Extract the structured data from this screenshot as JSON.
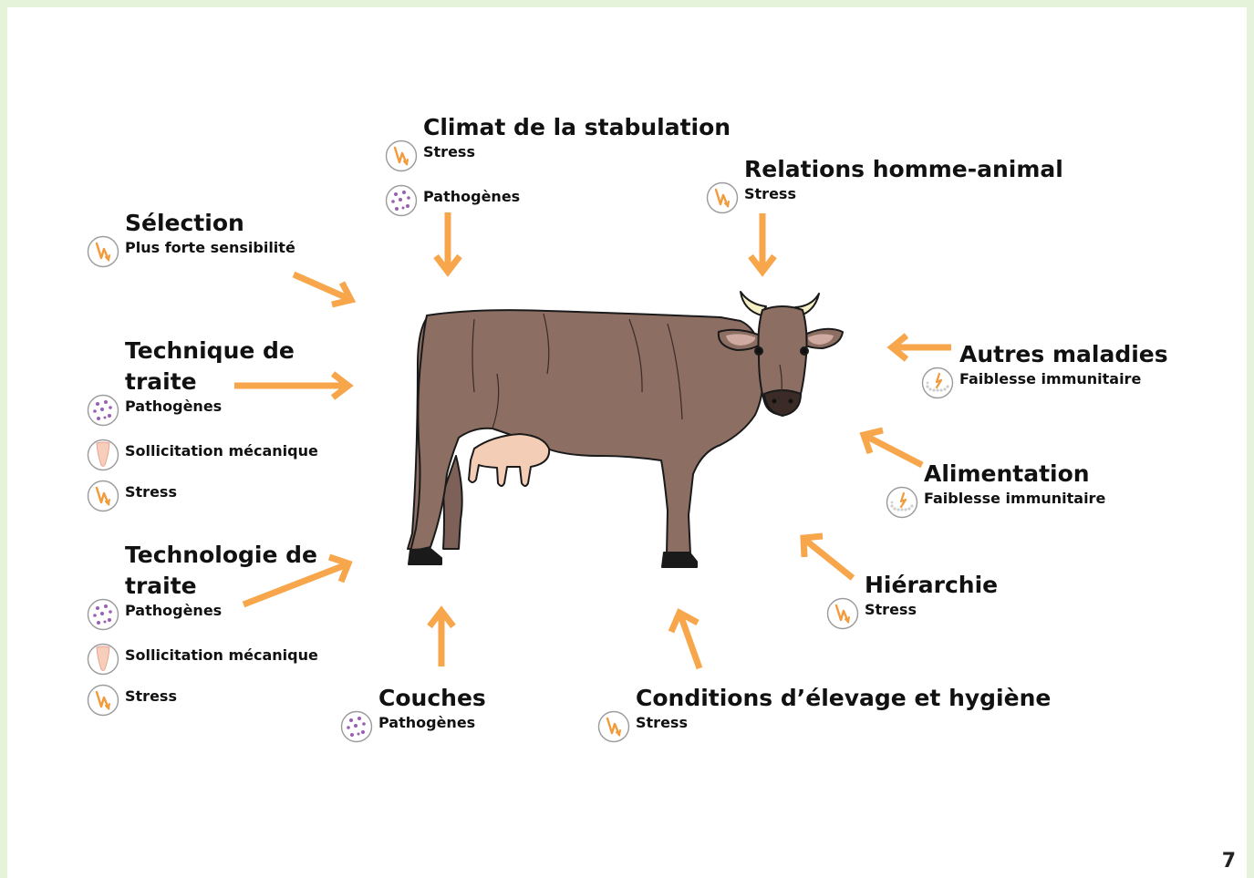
{
  "colors": {
    "arrow": "#f7a64b",
    "cow": "#8c6e63",
    "udder": "#f4cdb6",
    "icon_stress": "#f39a3a",
    "icon_pathogen": "#9a5fb2"
  },
  "factors": {
    "climat": {
      "title": "Climat de la stabulation",
      "items": [
        {
          "icon": "stress-icon",
          "label": "Stress"
        },
        {
          "icon": "pathogen-icon",
          "label": "Pathogènes"
        }
      ]
    },
    "relations": {
      "title": "Relations homme-animal",
      "items": [
        {
          "icon": "stress-icon",
          "label": "Stress"
        }
      ]
    },
    "selection": {
      "title": "Sélection",
      "items": [
        {
          "icon": "stress-icon",
          "label": "Plus forte sensibilité"
        }
      ]
    },
    "technique": {
      "title": "Technique de traite",
      "items": [
        {
          "icon": "pathogen-icon",
          "label": "Pathogènes"
        },
        {
          "icon": "teat-icon",
          "label": "Sollicitation mécanique"
        },
        {
          "icon": "stress-icon",
          "label": "Stress"
        }
      ]
    },
    "technologie": {
      "title": "Technologie de traite",
      "items": [
        {
          "icon": "pathogen-icon",
          "label": "Pathogènes"
        },
        {
          "icon": "teat-icon",
          "label": "Sollicitation mécanique"
        },
        {
          "icon": "stress-icon",
          "label": "Stress"
        }
      ]
    },
    "couches": {
      "title": "Couches",
      "items": [
        {
          "icon": "pathogen-icon",
          "label": "Pathogènes"
        }
      ]
    },
    "conditions": {
      "title": "Conditions d’élevage et hygiène",
      "items": [
        {
          "icon": "stress-icon",
          "label": "Stress"
        }
      ]
    },
    "hierarchie": {
      "title": "Hiérarchie",
      "items": [
        {
          "icon": "stress-icon",
          "label": "Stress"
        }
      ]
    },
    "alimentation": {
      "title": "Alimentation",
      "items": [
        {
          "icon": "immune-icon",
          "label": "Faiblesse immunitaire"
        }
      ]
    },
    "autres": {
      "title": "Autres maladies",
      "items": [
        {
          "icon": "immune-icon",
          "label": "Faiblesse immunitaire"
        }
      ]
    }
  },
  "page_number": "7"
}
